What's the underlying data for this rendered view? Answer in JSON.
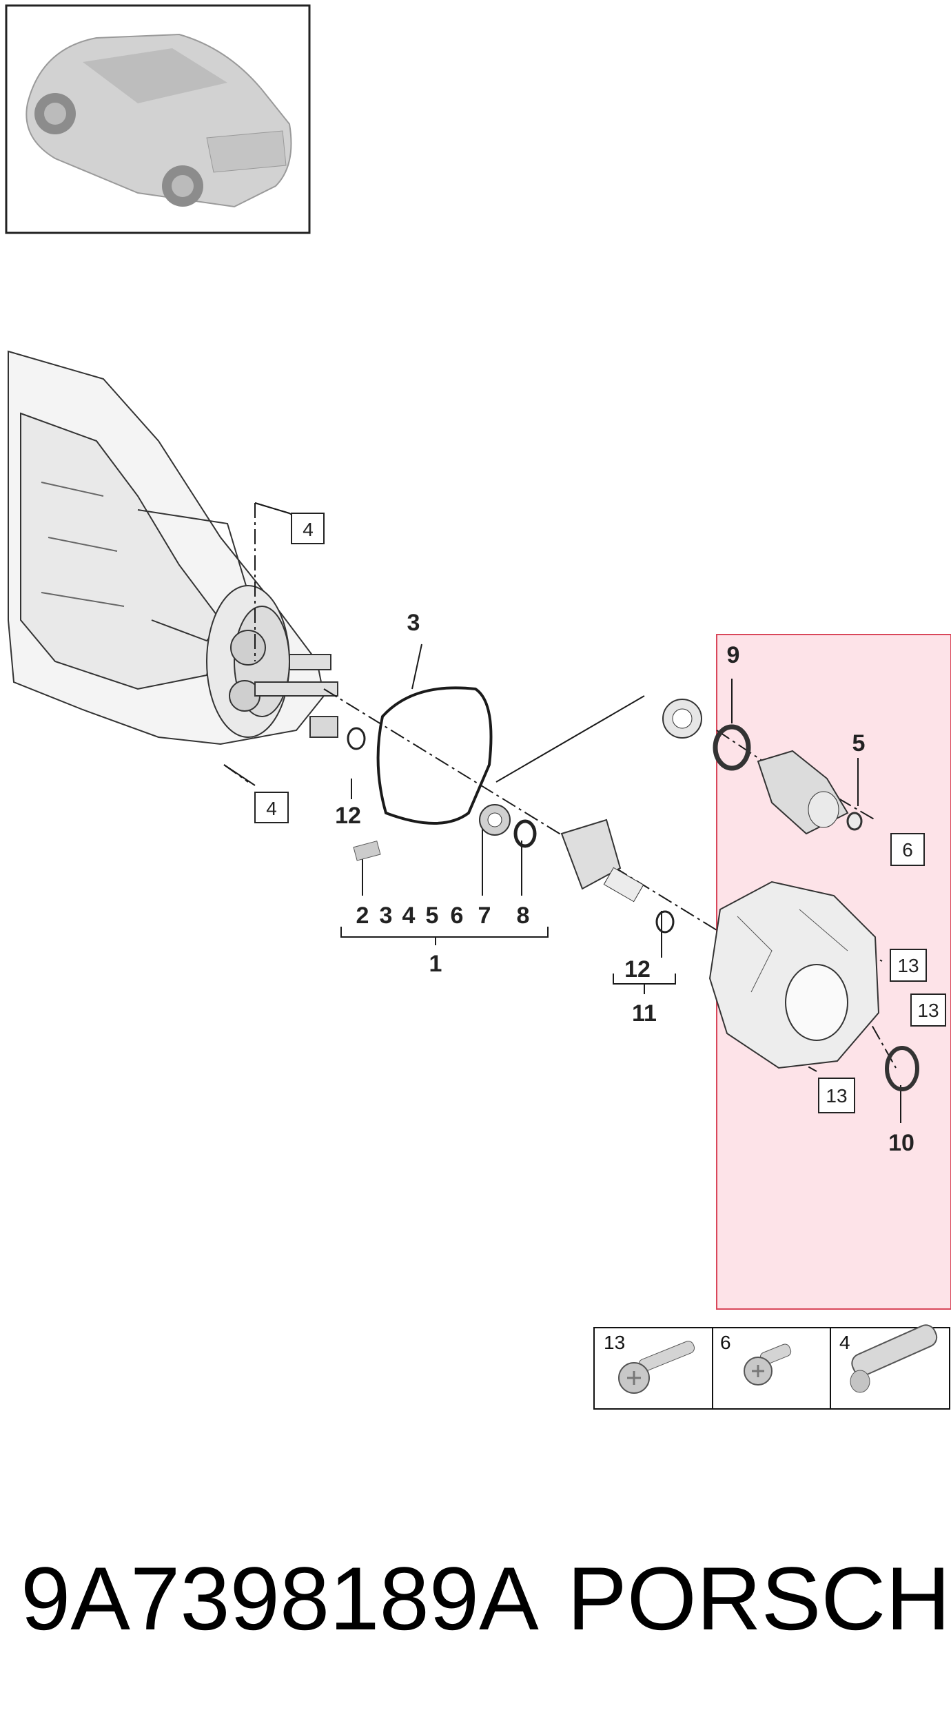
{
  "callouts": {
    "c1": "1",
    "c2": "2",
    "c3": "3",
    "c3b": "3",
    "c4a": "4",
    "c4b": "5",
    "c4c": "6",
    "c7": "7",
    "c8": "8",
    "c9": "9",
    "c5": "5",
    "c10": "10",
    "c11": "11",
    "c12a": "12",
    "c12b": "12"
  },
  "boxed": {
    "b4top": "4",
    "b4bottom": "4",
    "b6": "6",
    "b13a": "13",
    "b13b": "13",
    "b13c": "13"
  },
  "legend": {
    "cells": [
      {
        "label": "13",
        "icon": "long-bolt-icon"
      },
      {
        "label": "6",
        "icon": "short-bolt-icon"
      },
      {
        "label": "4",
        "icon": "dowel-pin-icon"
      }
    ]
  },
  "footer": {
    "part_number": "9A7398189A",
    "brand": "PORSCHE"
  },
  "colors": {
    "highlight_fill": "#fde3e8",
    "highlight_stroke": "#d9475a",
    "line": "#1a1a1a"
  }
}
